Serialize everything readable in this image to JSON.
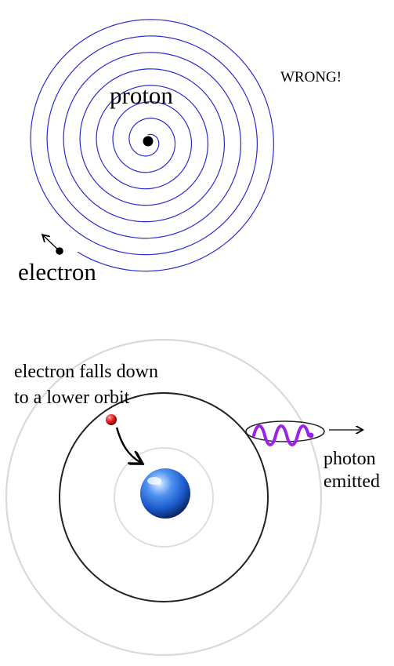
{
  "top_diagram": {
    "labels": {
      "proton": "proton",
      "electron": "electron",
      "wrong": "WRONG!"
    }
  },
  "bottom_diagram": {
    "labels": {
      "transition_line1": "electron falls down",
      "transition_line2": "to a lower orbit",
      "photon_line1": "photon",
      "photon_line2": "emitted"
    }
  },
  "colors": {
    "spiral": "#2b2bd1",
    "outer_orbit": "#d9d9d9",
    "middle_orbit": "#222222",
    "inner_orbit": "#dedede",
    "photon_wave": "#9b22e8",
    "electron_red": "#d41010",
    "nucleus_blue": "#1b63d6"
  }
}
